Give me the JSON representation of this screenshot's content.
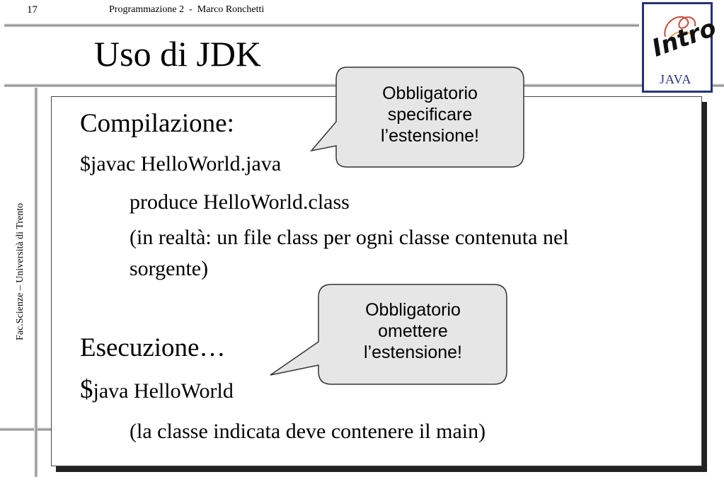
{
  "header": {
    "page_number": "17",
    "course": "Programmazione 2  -  Marco Ronchetti"
  },
  "title": "Uso di JDK",
  "side_label": "Fac.Scienze – Università di Trento",
  "logo": {
    "intro": "Intro",
    "java": "JAVA"
  },
  "content": {
    "compilation_heading": "Compilazione:",
    "compile_command": "$javac HelloWorld.java",
    "produces_line": "produce HelloWorld.class",
    "note_line1": "(in realtà: un file class per ogni classe contenuta nel",
    "note_line2": "sorgente)",
    "execution_heading": "Esecuzione…",
    "run_command_dollar": "$",
    "run_command": "java HelloWorld",
    "main_note": "(la classe indicata deve contenere il main)"
  },
  "callouts": [
    {
      "line1": "Obbligatorio",
      "line2": "specificare",
      "line3": "l’estensione!"
    },
    {
      "line1": "Obbligatorio",
      "line2": "omettere",
      "line3": "l’estensione!"
    }
  ]
}
